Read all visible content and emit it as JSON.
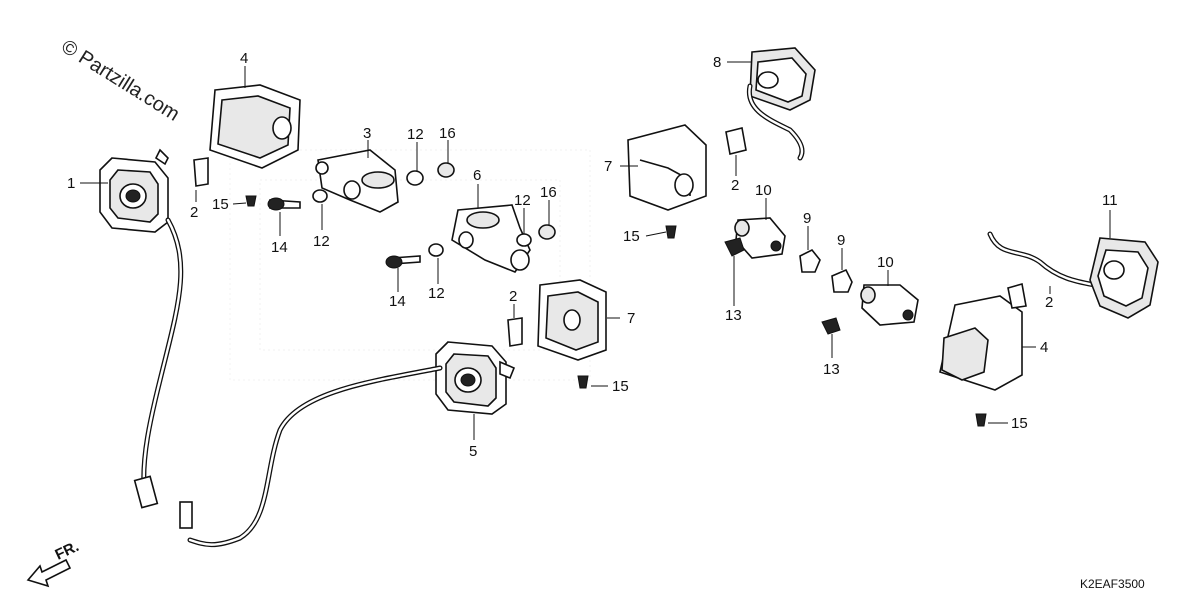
{
  "watermark": "© Partzilla.com",
  "diagram_code": "K2EAF3500",
  "direction_label": "FR.",
  "callouts": {
    "c1": "1",
    "c2a": "2",
    "c2b": "2",
    "c2c": "2",
    "c2d": "2",
    "c3": "3",
    "c4a": "4",
    "c4b": "4",
    "c5": "5",
    "c6": "6",
    "c7a": "7",
    "c7b": "7",
    "c8": "8",
    "c9a": "9",
    "c9b": "9",
    "c10a": "10",
    "c10b": "10",
    "c11": "11",
    "c12a": "12",
    "c12b": "12",
    "c12c": "12",
    "c12d": "12",
    "c13a": "13",
    "c13b": "13",
    "c14a": "14",
    "c14b": "14",
    "c15a": "15",
    "c15b": "15",
    "c15c": "15",
    "c15d": "15",
    "c16a": "16",
    "c16b": "16"
  },
  "icons": [
    "direction-arrow-icon"
  ]
}
